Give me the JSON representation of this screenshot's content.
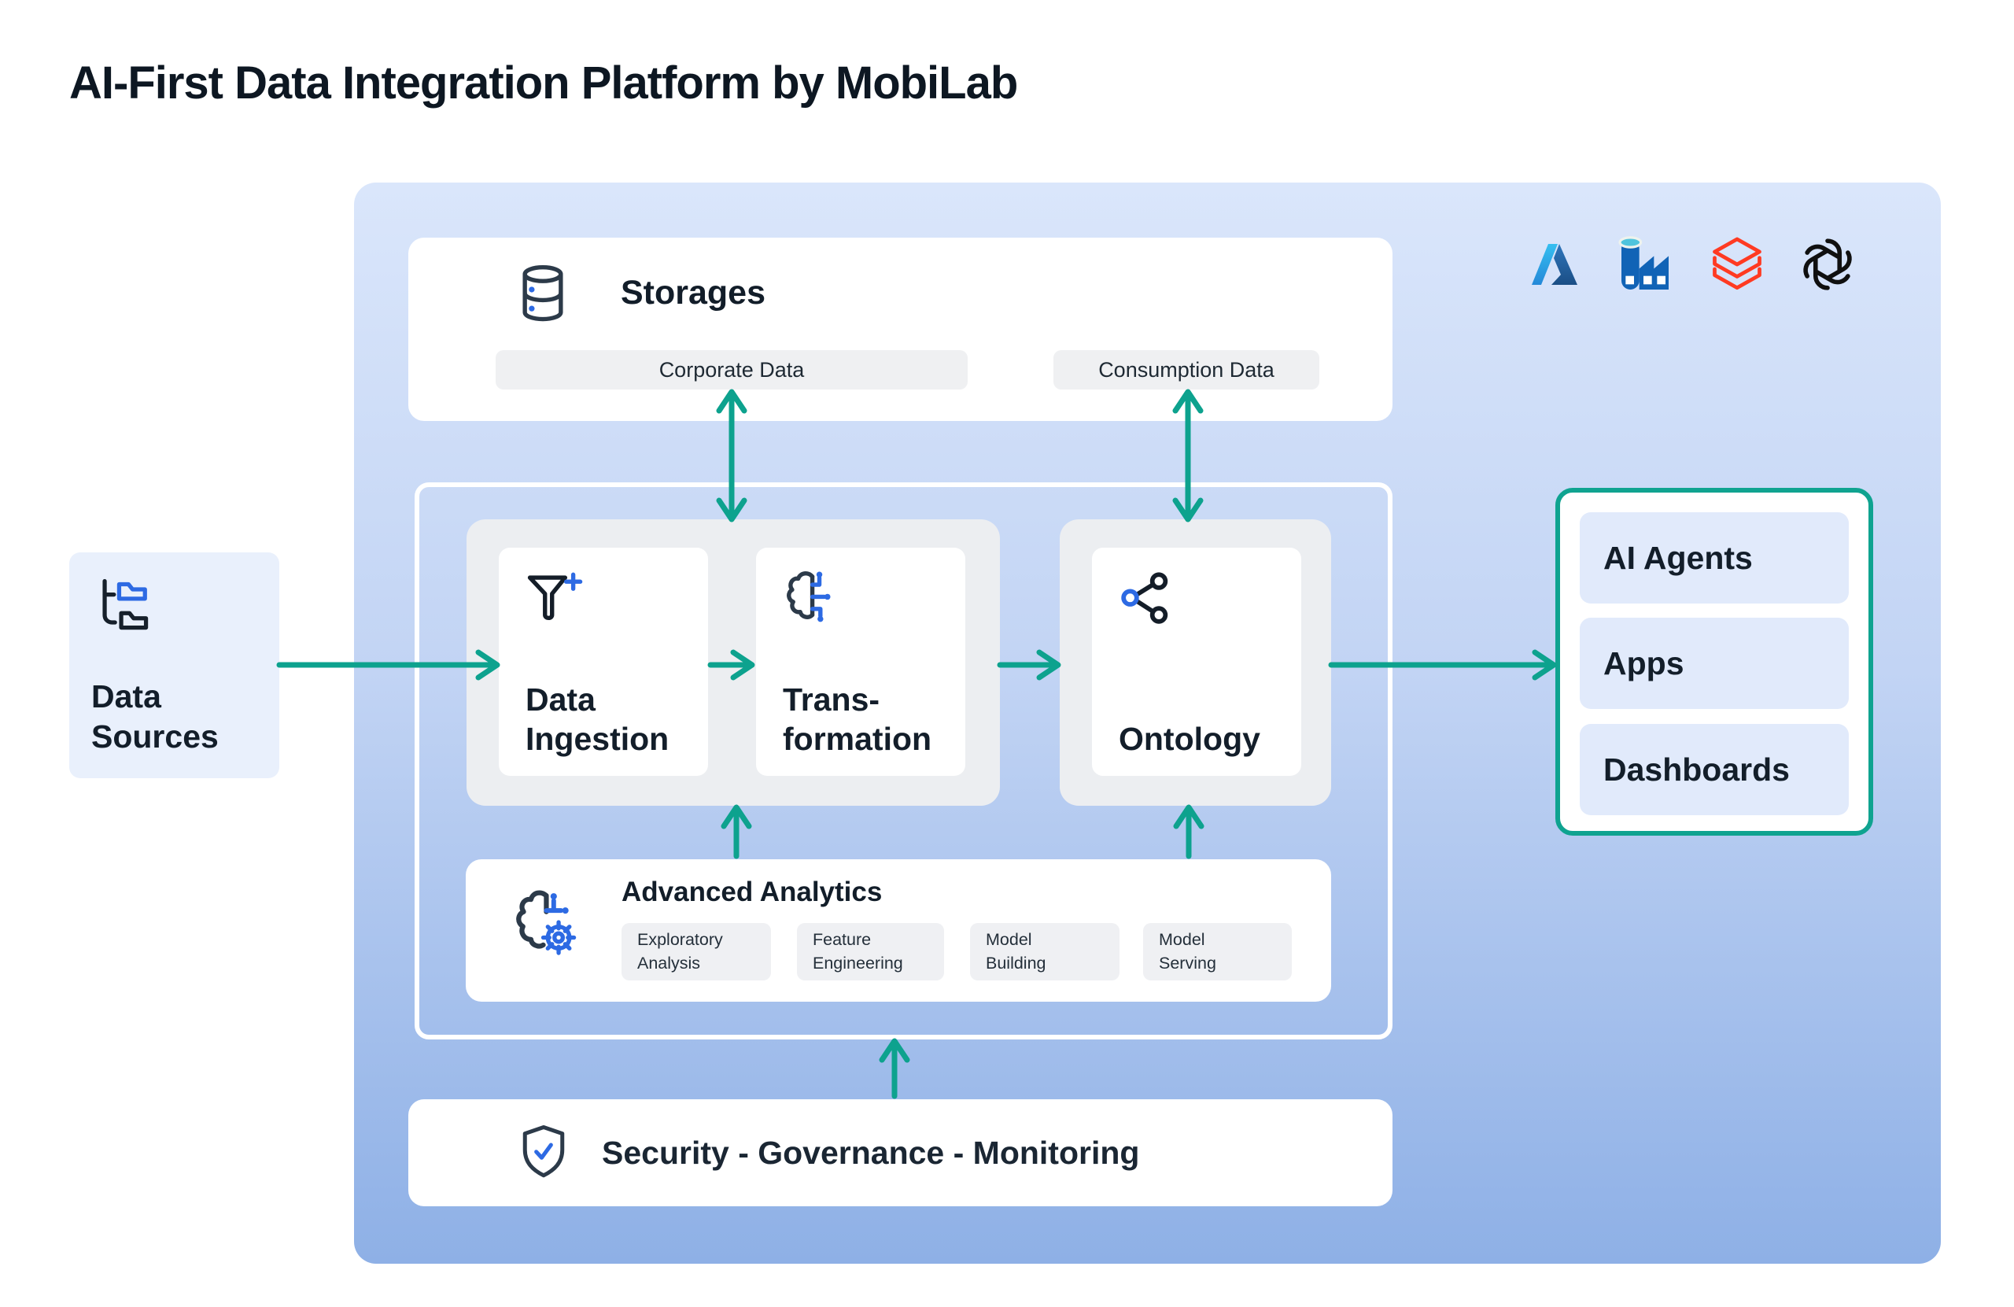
{
  "title": "AI-First Data Integration Platform by MobiLab",
  "storages": {
    "title": "Storages",
    "chips": [
      "Corporate Data",
      "Consumption Data"
    ]
  },
  "logos": [
    "azure-logo",
    "azure-data-factory-logo",
    "databricks-logo",
    "openai-logo"
  ],
  "data_sources": {
    "label": "Data\nSources"
  },
  "pipeline": {
    "data_ingestion": "Data\nIngestion",
    "transformation": "Trans-\nformation",
    "ontology": "Ontology"
  },
  "advanced_analytics": {
    "title": "Advanced Analytics",
    "chips": [
      "Exploratory\nAnalysis",
      "Feature\nEngineering",
      "Model\nBuilding",
      "Model\nServing"
    ]
  },
  "security": {
    "label": "Security - Governance - Monitoring"
  },
  "outputs": {
    "items": [
      "AI Agents",
      "Apps",
      "Dashboards"
    ]
  },
  "colors": {
    "accent_teal": "#0DA28E",
    "accent_blue": "#2D6AE3",
    "dark_icon": "#2C3A49",
    "panel_gradient_top": "#DAE6FB",
    "panel_gradient_bottom": "#8EB0E6",
    "chip_bg": "#EFF0F2",
    "output_row_bg": "#E1EAFB",
    "data_sources_bg": "#E9F0FC",
    "databricks_red": "#FF3A22",
    "openai_black": "#101010",
    "azure_blue": "#2E7CD0"
  }
}
